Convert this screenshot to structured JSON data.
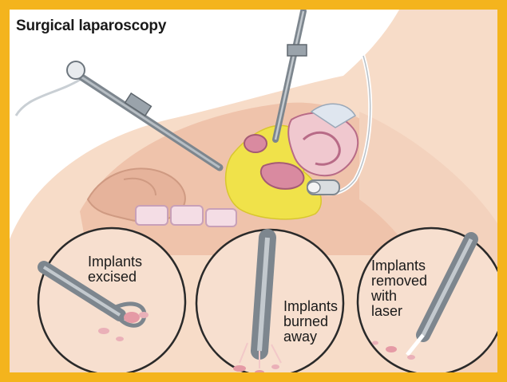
{
  "title": "Surgical laparoscopy",
  "labels": {
    "excised": [
      "Implants",
      "excised"
    ],
    "burned": [
      "Implants",
      "burned",
      "away"
    ],
    "laser": [
      "Implants",
      "removed",
      "with",
      "laser"
    ]
  },
  "colors": {
    "border": "#f4b41d",
    "skin": "#f6d6c0",
    "tissue": "#ecbba3",
    "organ": "#d98aa0",
    "yellow": "#f0e24a",
    "instrument": "#8e979f"
  }
}
